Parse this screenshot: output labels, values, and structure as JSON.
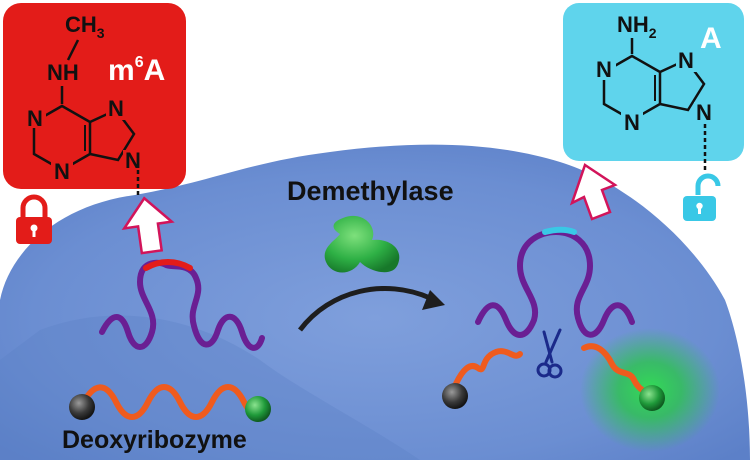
{
  "left_card": {
    "label": "m6A",
    "label_base": "m",
    "label_sup": "6",
    "label_tail": "A",
    "substituent_top": "CH3",
    "substituent_main": "CH",
    "substituent_sub": "3",
    "amine": "NH",
    "ring_atoms": [
      "N",
      "N",
      "N",
      "N"
    ],
    "color": "#e31c19",
    "state": "locked",
    "lock_icon": "padlock-closed-icon"
  },
  "right_card": {
    "label": "A",
    "amine": "NH2",
    "amine_main": "NH",
    "amine_sub": "2",
    "ring_atoms": [
      "N",
      "N",
      "N",
      "N"
    ],
    "color": "#5fd4ec",
    "state": "unlocked",
    "lock_icon": "padlock-open-icon"
  },
  "enzyme_label": "Demethylase",
  "dna_label": "Deoxyribozyme",
  "icons": [
    "scissors-icon",
    "curved-arrow-icon",
    "hollow-arrow-icon",
    "enzyme-blob-icon",
    "fluorescence-glow-icon"
  ],
  "colors": {
    "cell": "#6f93d4",
    "strand_purple": "#6a1f93",
    "strand_orange": "#ef5b1e",
    "site_methylated": "#e31c19",
    "site_demethylated": "#39c8e6",
    "enzyme": "#2eb045",
    "quencher": "#3a3a3a",
    "fluorophore": "#1f9a3a",
    "glow": "#25d045"
  }
}
